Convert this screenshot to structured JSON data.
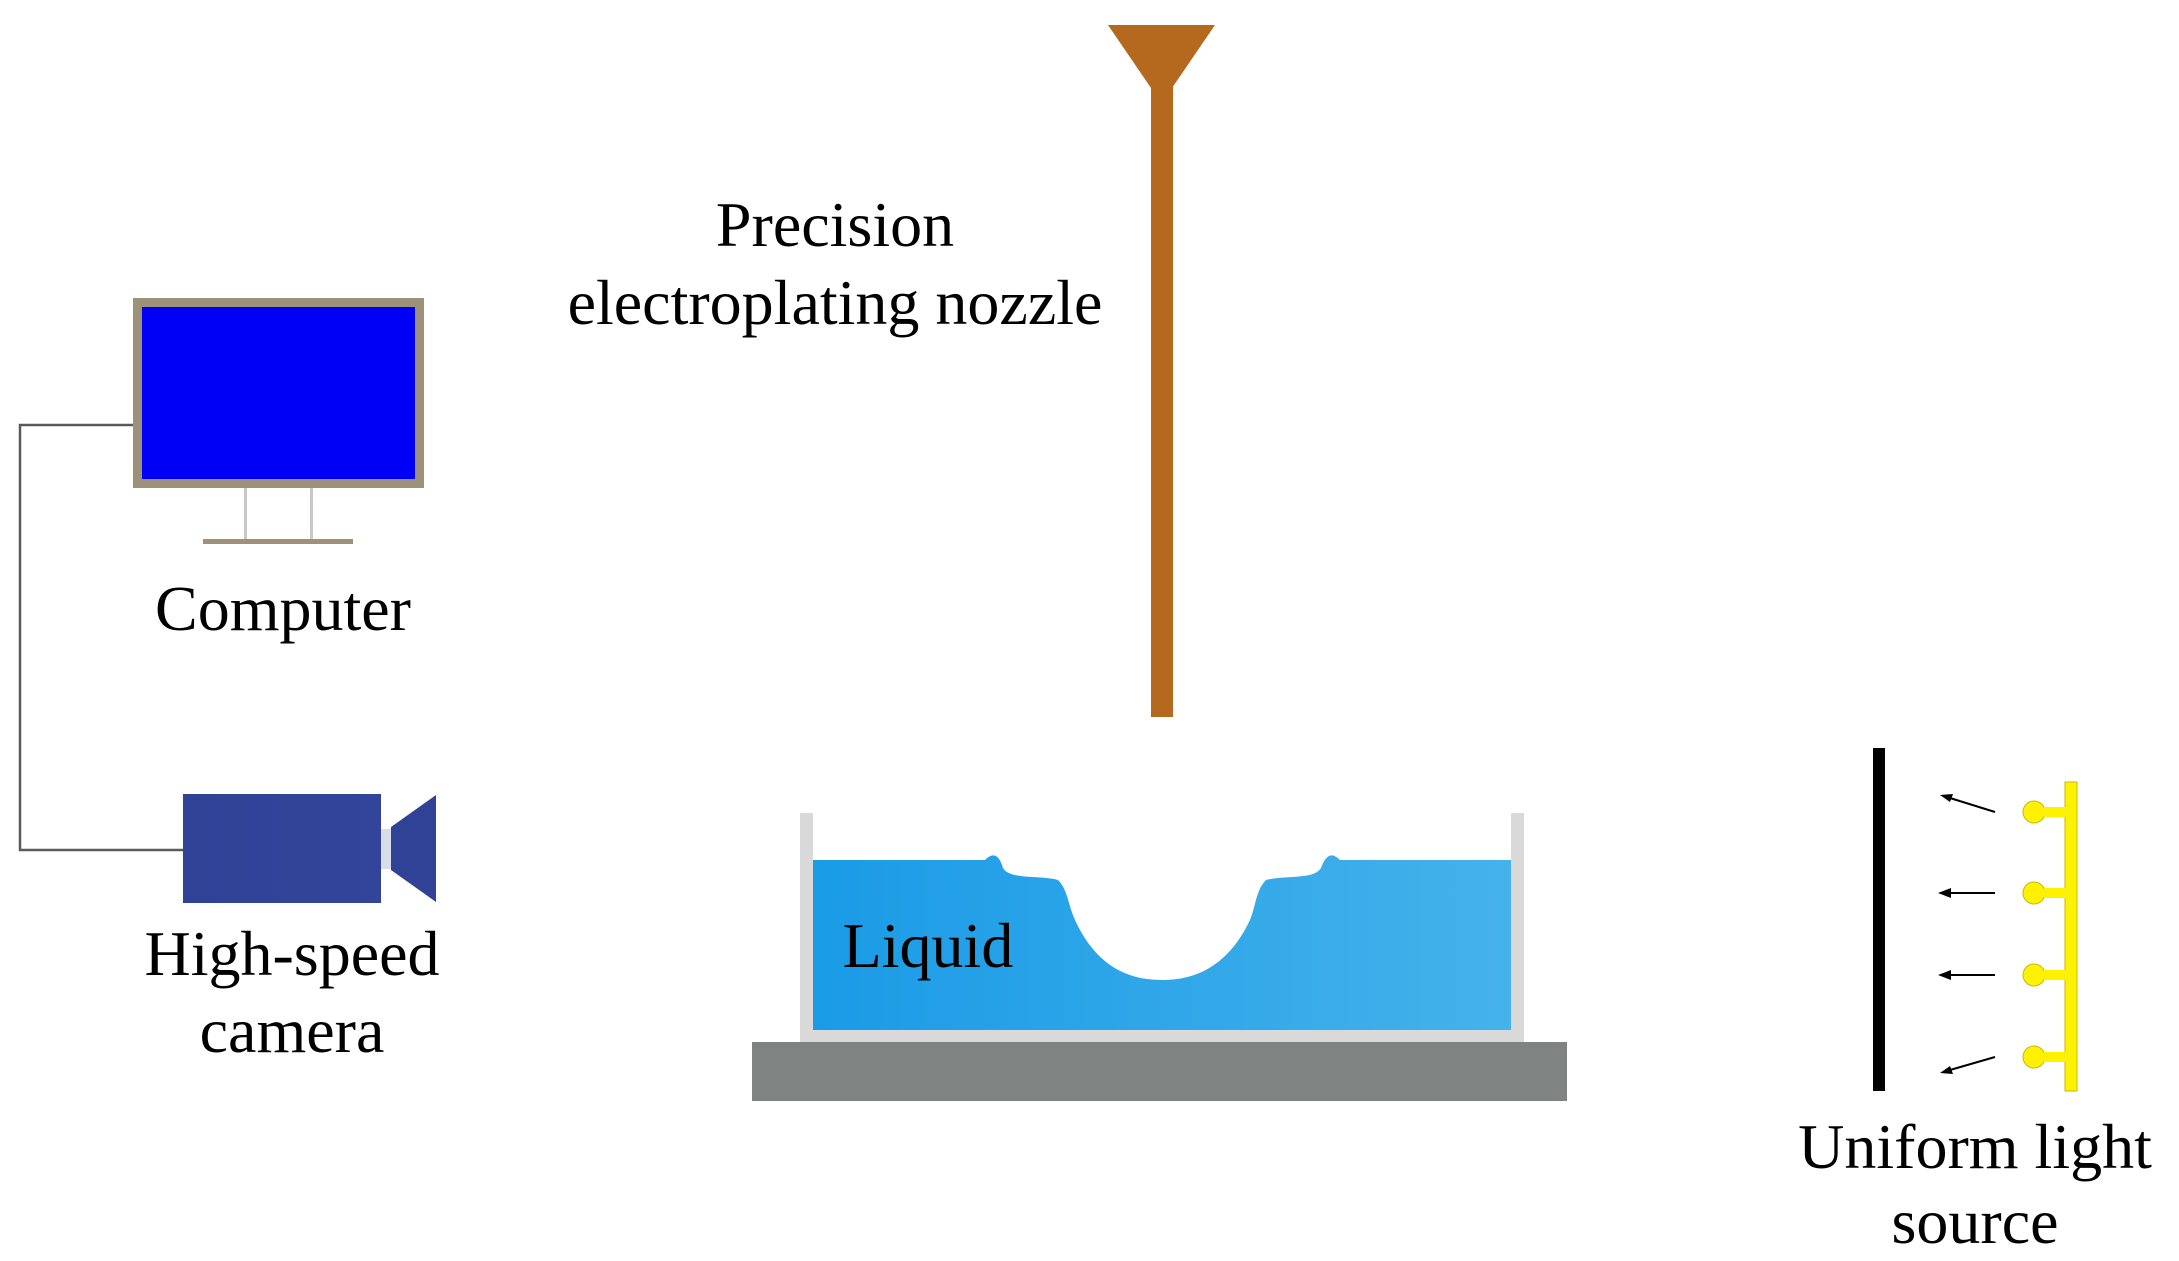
{
  "labels": {
    "nozzle_line1": "Precision",
    "nozzle_line2": "electroplating nozzle",
    "computer": "Computer",
    "camera_line1": "High-speed",
    "camera_line2": "camera",
    "liquid": "Liquid",
    "light_line1": "Uniform light",
    "light_line2": "source"
  },
  "colors": {
    "nozzle": "#B5691F",
    "monitor_frame": "#9B9279",
    "monitor_screen": "#0000F5",
    "monitor_stand": "#C8C8C8",
    "camera_body": "#2F4296",
    "liquid_left": "#1A9BE6",
    "liquid_right": "#45B2EB",
    "container_wall": "#D9D9D9",
    "base_plate": "#7F8483",
    "lamp": "#FFF200",
    "screen_plate": "#000000",
    "cable": "#5A5A5A"
  },
  "icons": {
    "computer": "monitor-icon",
    "camera": "video-camera-icon",
    "nozzle": "nozzle-icon",
    "lights": "lamp-icon"
  }
}
